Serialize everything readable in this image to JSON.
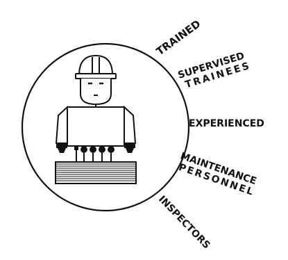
{
  "labels": {
    "trained": "TRAINED",
    "supervised_line1": "SUPERVISED",
    "supervised_line2": "TRAINEES",
    "experienced": "EXPERIENCED",
    "maintenance_line1": "MAINTENANCE",
    "maintenance_line2": "PERSONNEL",
    "inspectors": "INSPECTORS"
  },
  "colors": {
    "line": "#111111",
    "background": "#ffffff"
  }
}
